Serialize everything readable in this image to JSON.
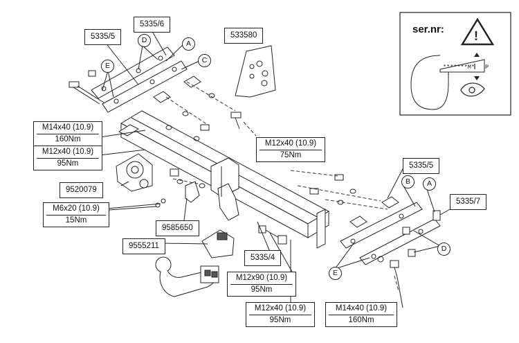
{
  "warning_box": {
    "title": "ser.nr:",
    "code": "*******M*",
    "code_suffix": "P",
    "icon": "warning-triangle-icon"
  },
  "part_labels": {
    "p5335_5_top": "5335/5",
    "p5335_6": "5335/6",
    "p533580": "533580",
    "p5335_5_right": "5335/5",
    "p5335_7": "5335/7",
    "p9520079": "9520079",
    "p9585650": "9585650",
    "p9555211": "9555211",
    "p5335_4": "5335/4"
  },
  "bolt_labels": {
    "m14_left": {
      "spec": "M14x40 (10.9)",
      "torque": "160Nm"
    },
    "m12_left": {
      "spec": "M12x40 (10.9)",
      "torque": "95Nm"
    },
    "m12_center": {
      "spec": "M12x40 (10.9)",
      "torque": "75Nm"
    },
    "m6_left": {
      "spec": "M6x20 (10.9)",
      "torque": "15Nm"
    },
    "m12x90": {
      "spec": "M12x90 (10.9)",
      "torque": "95Nm"
    },
    "m12_bottom": {
      "spec": "M12x40 (10.9)",
      "torque": "95Nm"
    },
    "m14_right": {
      "spec": "M14x40 (10.9)",
      "torque": "160Nm"
    }
  },
  "callout_letters": {
    "a_top": "A",
    "c_top": "C",
    "d_top": "D",
    "e_left": "E",
    "b_right": "B",
    "a_right": "A",
    "d_right": "D",
    "e_right": "E"
  }
}
